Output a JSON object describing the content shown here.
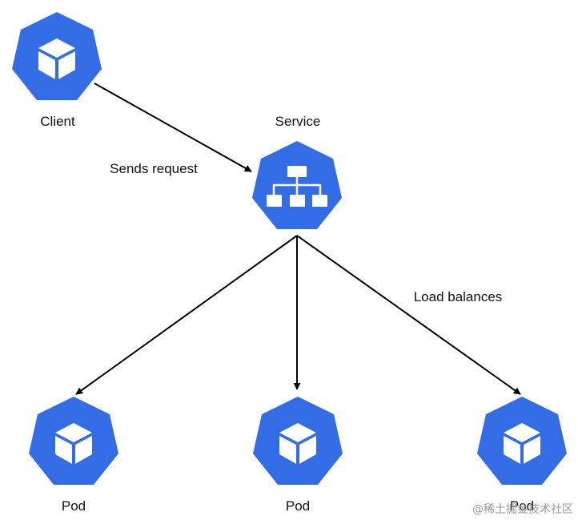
{
  "colors": {
    "node_fill": "#326de6",
    "icon_fill": "#ffffff",
    "edge": "#000000",
    "text": "#111111"
  },
  "nodes": {
    "client": {
      "label": "Client",
      "icon": "cube-icon"
    },
    "service": {
      "label": "Service",
      "icon": "hierarchy-icon"
    },
    "pod_left": {
      "label": "Pod",
      "icon": "cube-icon"
    },
    "pod_center": {
      "label": "Pod",
      "icon": "cube-icon"
    },
    "pod_right": {
      "label": "Pod",
      "icon": "cube-icon"
    }
  },
  "edges": {
    "client_to_service": {
      "label": "Sends request"
    },
    "service_to_pods": {
      "label": "Load balances"
    }
  },
  "watermark": "@稀土掘金技术社区"
}
